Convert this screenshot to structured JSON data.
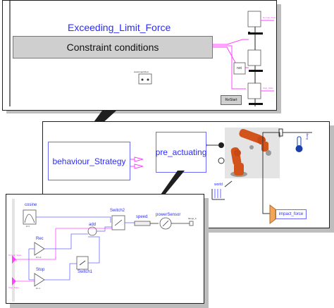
{
  "top_panel": {
    "title": "Exceeding_Limit_Force",
    "constraint_label": "Constraint conditions",
    "state_block_label": "stateGraphRoot",
    "not_label": "not",
    "restart_label": "ReStart",
    "tiny_labels": [
      "Normal_State",
      "Stop_State"
    ]
  },
  "middle_panel": {
    "behaviour_label": "behaviour_Strategy",
    "pre_actuating_label": "pre_actuating",
    "world_label": "world",
    "impact_force_label": "impact_force",
    "tiny_labels": [
      "Body"
    ]
  },
  "bottom_panel": {
    "cosine_label": "cosine",
    "switch2_label": "Switch2",
    "speed_label": "speed",
    "power_sensor_label": "powerSensor",
    "add_label": "add",
    "rec_label": "Rec",
    "stop_label": "Stop",
    "switch1_label": "Switch1",
    "tiny_labels": [
      "flange_b",
      "Normal_State",
      "Stop_State",
      "k=1.2",
      "k=-1",
      "k=1"
    ]
  },
  "colors": {
    "title_blue": "#2b2bff",
    "block_border": "#6a6aff",
    "pink": "#ff44ff",
    "dark": "#1f1f1f",
    "robot_orange": "#d2541c",
    "gray_block": "#cfcfcf"
  }
}
